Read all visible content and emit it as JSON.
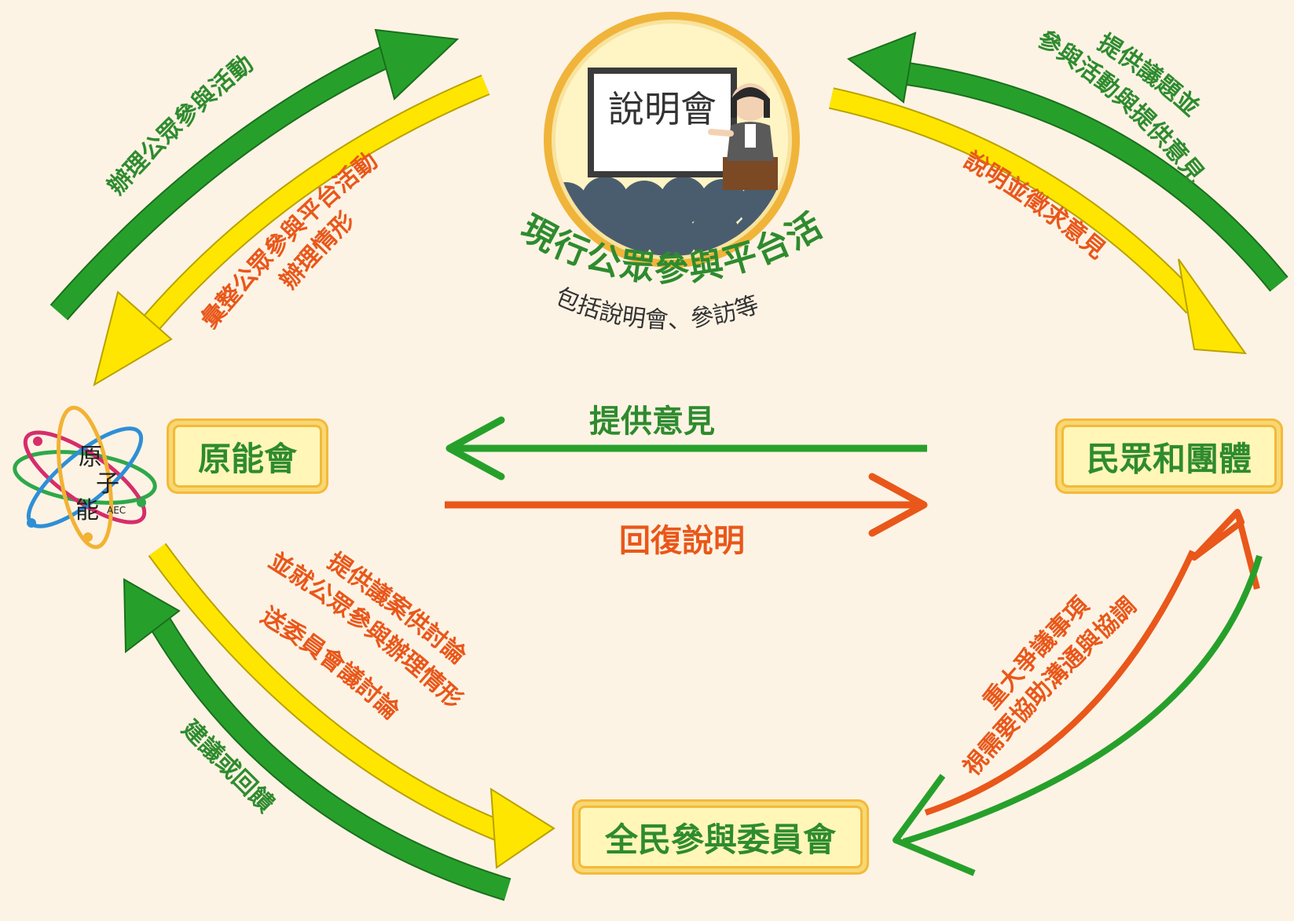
{
  "nodes": {
    "aec": "原能會",
    "public": "民眾和團體",
    "committee": "全民參與委員會",
    "activity_title": "現行公眾參與平台活動",
    "activity_sub": "包括說明會、參訪等",
    "board_text": "說明會"
  },
  "logo": {
    "chars": [
      "原",
      "子",
      "能"
    ],
    "abbr": "AEC"
  },
  "edges": {
    "top_left_green": "辦理公眾參與活動",
    "top_left_orange_1": "彙整公眾參與平台活動",
    "top_left_orange_2": "辦理情形",
    "top_right_green_1": "提供議題並",
    "top_right_green_2": "參與活動與提供意見",
    "top_right_orange": "說明並徵求意見",
    "middle_green": "提供意見",
    "middle_orange": "回復說明",
    "bottom_left_orange_1": "提供議案供討論",
    "bottom_left_orange_2": "並就公眾參與辦理情形",
    "bottom_left_orange_3": "送委員會議討論",
    "bottom_left_green": "建議或回饋",
    "bottom_right_orange_1": "重大爭議事項",
    "bottom_right_orange_2": "視需要協助溝通與協調"
  },
  "colors": {
    "background": "#fdf3e4",
    "green": "#2e8b2e",
    "green_arrow": "#27a02b",
    "yellow_arrow": "#ffe600",
    "orange": "#e9571a",
    "box_fill": "#fff6b8",
    "box_border": "#f4b93a"
  }
}
